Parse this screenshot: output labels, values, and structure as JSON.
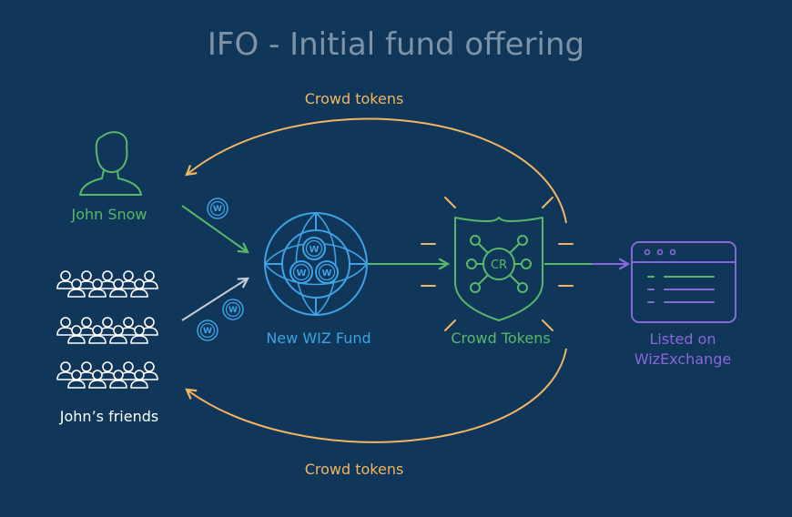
{
  "title": "IFO - Initial fund offering",
  "flows": {
    "top_label": "Crowd tokens",
    "bottom_label": "Crowd tokens"
  },
  "nodes": {
    "john": {
      "label": "John Snow"
    },
    "friends": {
      "label": "John’s friends"
    },
    "fund": {
      "label": "New WIZ Fund"
    },
    "crowd": {
      "label": "Crowd Tokens",
      "badge": "CR"
    },
    "exchange": {
      "label_line1": "Listed on",
      "label_line2": "WizExchange"
    }
  },
  "coin_glyph": "W",
  "icons": [
    "person-icon",
    "crowd-icon",
    "globe-icon",
    "coin-icon",
    "shield-icon",
    "browser-window-icon"
  ],
  "colors": {
    "background": "#10375a",
    "title": "#7e93a7",
    "orange": "#f2b560",
    "green": "#58b868",
    "blue": "#3fa2e6",
    "purple": "#8a67d8",
    "white": "#ffffff",
    "gray": "#c7ccd6"
  }
}
